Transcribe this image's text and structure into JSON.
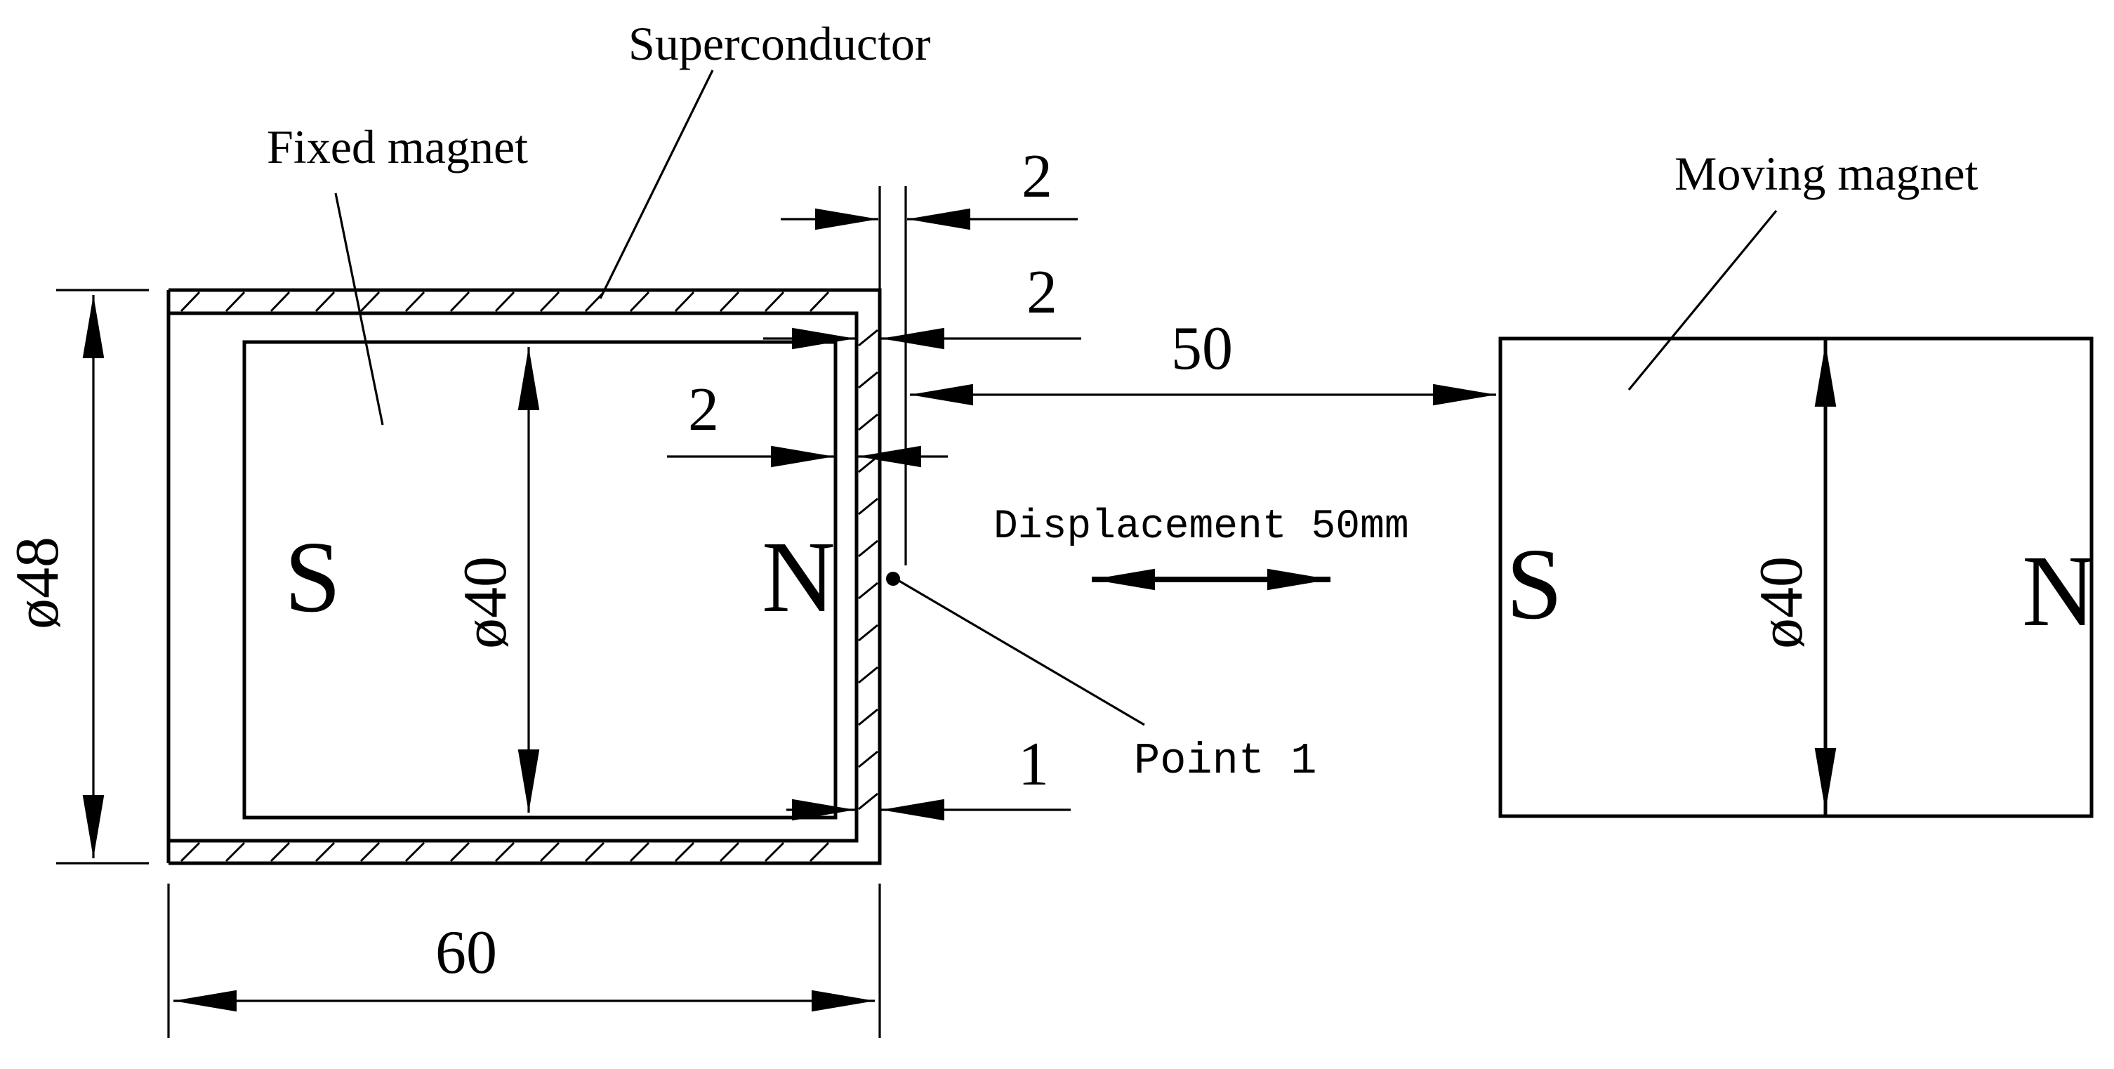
{
  "labels": {
    "superconductor": "Superconductor",
    "fixed_magnet": "Fixed magnet",
    "moving_magnet": "Moving magnet",
    "point": "Point 1",
    "displacement": "Displacement 50mm"
  },
  "poles": {
    "fixed_south": "S",
    "fixed_north": "N",
    "moving_south": "S",
    "moving_north": "N"
  },
  "dimensions": {
    "outer_diameter": "ø48",
    "fixed_diameter": "ø40",
    "moving_diameter": "ø40",
    "length": "60",
    "gap": "50",
    "wall_top": "2",
    "wall_mid": "2",
    "wall_inner": "2",
    "wall_bottom": "1"
  },
  "colors": {
    "line": "#000000",
    "background": "#ffffff"
  }
}
